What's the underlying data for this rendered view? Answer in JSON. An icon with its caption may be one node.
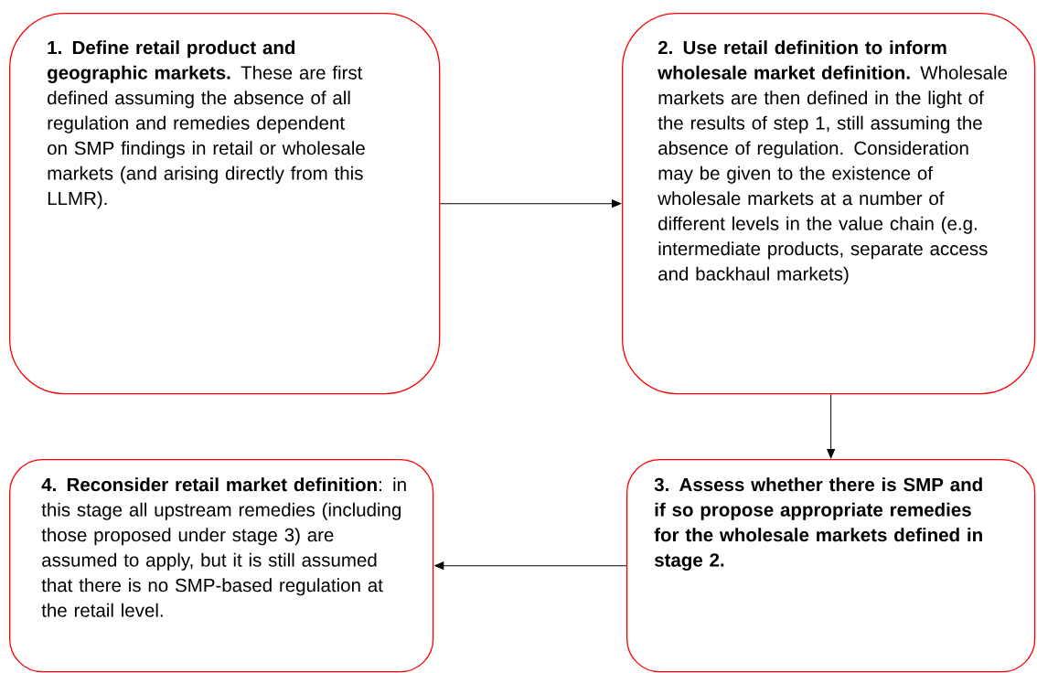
{
  "diagram": {
    "nodes": [
      {
        "text": [
          "**1. Define retail product and geographic markets.** These are first defined assuming the absence of all regulation and remedies dependent on SMP findings in retail or wholesale markets (and arising directly from this LLMR)."
        ]
      },
      {
        "text": [
          "**2. Use retail definition to inform wholesale market definition.** Wholesale markets are then defined in the light of the results of step 1, still assuming the absence of regulation. Consideration may be given to the existence of wholesale markets at a number of different levels in the value chain (e.g. intermediate products, separate access and backhaul markets)"
        ]
      },
      {
        "text": [
          "3. Assess whether there is SMP and if so propose appropriate remedies for the wholesale markets defined in stage 2."
        ]
      },
      {
        "text": [
          "**4. Reconsider retail market definition**: in this stage all upstream remedies (including those proposed under stage 3) are assumed to apply, but it is still assumed that there is no SMP-based regulation at the retail level."
        ]
      }
    ],
    "edges": [
      {
        "from": 0,
        "to": 1,
        "arrow": "to"
      },
      {
        "from": 1,
        "to": 2,
        "arrow": "to"
      },
      {
        "from": 2,
        "to": 3,
        "arrow": "to"
      }
    ]
  }
}
